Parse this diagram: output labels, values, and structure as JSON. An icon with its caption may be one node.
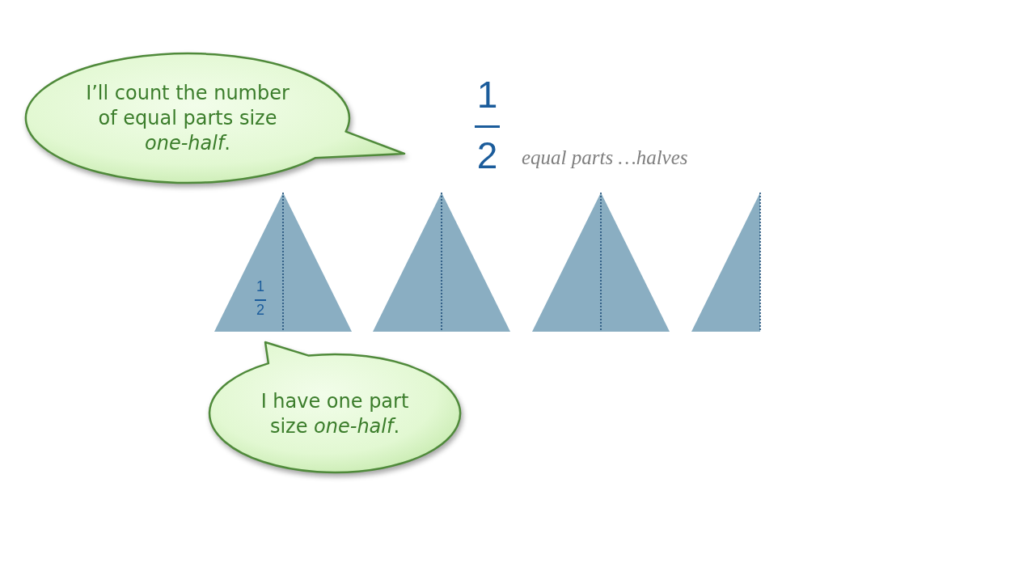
{
  "diagram": {
    "nodes": [
      {
        "text": [
          "I’ll count the number of equal parts size *one-half*."
        ]
      },
      {
        "text": [
          "I have one part size *one-half*."
        ]
      },
      {
        "text": [
          "1",
          "2"
        ]
      },
      {
        "text": [],
        "shape": "triangle"
      },
      {
        "text": [],
        "shape": "triangle"
      },
      {
        "text": [],
        "shape": "triangle"
      }
    ],
    "labels": [
      "1",
      "2",
      "equal parts …halves"
    ]
  }
}
